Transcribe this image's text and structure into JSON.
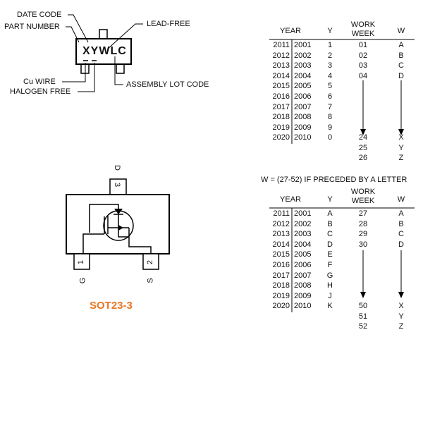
{
  "marking": {
    "text": "XYWLC",
    "labels": {
      "date_code": "DATE CODE",
      "part_number": "PART NUMBER",
      "lead_free": "LEAD-FREE",
      "cu_wire": "Cu WIRE",
      "halogen_free": "HALOGEN FREE",
      "assembly_lot_code": "ASSEMBLY LOT CODE"
    }
  },
  "package": {
    "name": "SOT23-3",
    "name_color": "#e87722",
    "pins": [
      {
        "number": "3",
        "letter": "D"
      },
      {
        "number": "1",
        "letter": "G"
      },
      {
        "number": "2",
        "letter": "S"
      }
    ]
  },
  "table1": {
    "headers": {
      "year": "YEAR",
      "y": "Y",
      "work_week": [
        "WORK",
        "WEEK"
      ],
      "w": "W"
    },
    "years_a": [
      "2011",
      "2012",
      "2013",
      "2014",
      "2015",
      "2016",
      "2017",
      "2018",
      "2019",
      "2020"
    ],
    "years_b": [
      "2001",
      "2002",
      "2003",
      "2004",
      "2005",
      "2006",
      "2007",
      "2008",
      "2009",
      "2010"
    ],
    "y": [
      "1",
      "2",
      "3",
      "4",
      "5",
      "6",
      "7",
      "8",
      "9",
      "0"
    ],
    "ww_top": [
      "01",
      "02",
      "03",
      "04"
    ],
    "ww_bottom": [
      "24",
      "25",
      "26"
    ],
    "w_top": [
      "A",
      "B",
      "C",
      "D"
    ],
    "w_bottom": [
      "X",
      "Y",
      "Z"
    ]
  },
  "note": "W = (27-52) IF PRECEDED BY A LETTER",
  "table2": {
    "headers": {
      "year": "YEAR",
      "y": "Y",
      "work_week": [
        "WORK",
        "WEEK"
      ],
      "w": "W"
    },
    "years_a": [
      "2011",
      "2012",
      "2013",
      "2014",
      "2015",
      "2016",
      "2017",
      "2018",
      "2019",
      "2020"
    ],
    "years_b": [
      "2001",
      "2002",
      "2003",
      "2004",
      "2005",
      "2006",
      "2007",
      "2008",
      "2009",
      "2010"
    ],
    "y": [
      "A",
      "B",
      "C",
      "D",
      "E",
      "F",
      "G",
      "H",
      "J",
      "K"
    ],
    "ww_top": [
      "27",
      "28",
      "29",
      "30"
    ],
    "ww_bottom": [
      "50",
      "51",
      "52"
    ],
    "w_top": [
      "A",
      "B",
      "C",
      "D"
    ],
    "w_bottom": [
      "X",
      "Y",
      "Z"
    ]
  }
}
